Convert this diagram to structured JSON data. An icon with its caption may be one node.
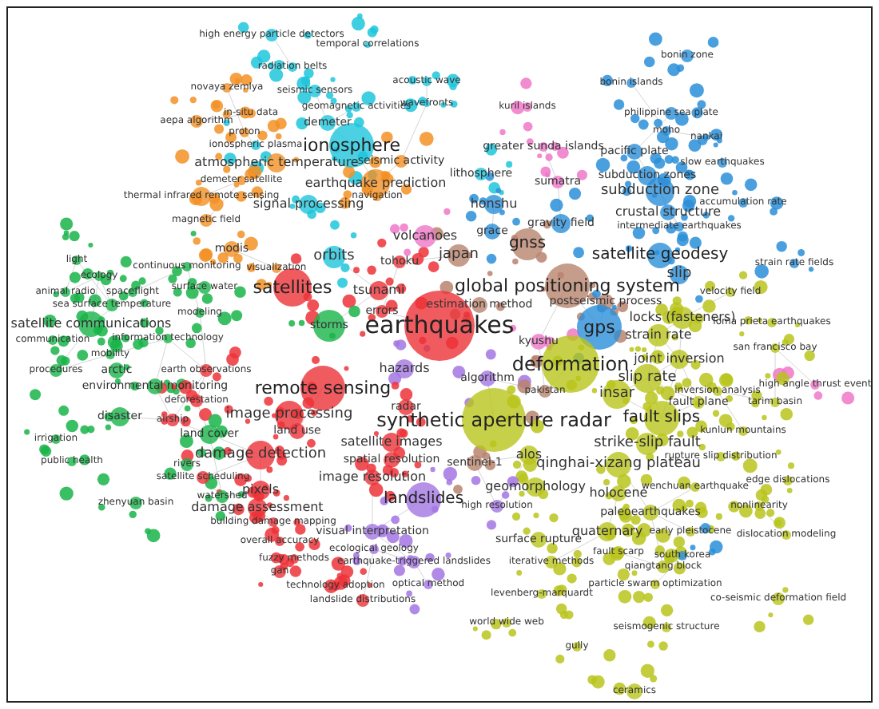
{
  "diagram": {
    "nodes": [
      {
        "text": [
          "high energy particle detectors"
        ]
      },
      {
        "text": [
          "temporal correlations"
        ]
      },
      {
        "text": [
          "bonin zone"
        ]
      },
      {
        "text": [
          "radiation belts"
        ]
      },
      {
        "text": [
          "acoustic wave"
        ]
      },
      {
        "text": [
          "bonin islands"
        ]
      },
      {
        "text": [
          "novaya zemlya"
        ]
      },
      {
        "text": [
          "seismic sensors"
        ]
      },
      {
        "text": [
          "wavefronts"
        ]
      },
      {
        "text": [
          "kuril islands"
        ]
      },
      {
        "text": [
          "geomagnetic activities"
        ]
      },
      {
        "text": [
          "in-situ data"
        ]
      },
      {
        "text": [
          "philippine sea plate"
        ]
      },
      {
        "text": [
          "aepa algorithm"
        ]
      },
      {
        "text": [
          "demeter"
        ]
      },
      {
        "text": [
          "proton"
        ]
      },
      {
        "text": [
          "moho"
        ]
      },
      {
        "text": [
          "nankai"
        ]
      },
      {
        "text": [
          "ionospheric plasma"
        ]
      },
      {
        "text": [
          "ionosphere"
        ]
      },
      {
        "text": [
          "greater sunda islands"
        ]
      },
      {
        "text": [
          "pacific plate"
        ]
      },
      {
        "text": [
          "seismic activity"
        ]
      },
      {
        "text": [
          "atmospheric temperature"
        ]
      },
      {
        "text": [
          "slow earthquakes"
        ]
      },
      {
        "text": [
          "subduction zones"
        ]
      },
      {
        "text": [
          "earthquake prediction"
        ]
      },
      {
        "text": [
          "lithosphere"
        ]
      },
      {
        "text": [
          "sumatra"
        ]
      },
      {
        "text": [
          "demeter satellite"
        ]
      },
      {
        "text": [
          "subduction zone"
        ]
      },
      {
        "text": [
          "thermal infrared remote sensing"
        ]
      },
      {
        "text": [
          "signal processing"
        ]
      },
      {
        "text": [
          "navigation"
        ]
      },
      {
        "text": [
          "honshu"
        ]
      },
      {
        "text": [
          "accumulation rate"
        ]
      },
      {
        "text": [
          "crustal structure"
        ]
      },
      {
        "text": [
          "magnetic field"
        ]
      },
      {
        "text": [
          "gravity field"
        ]
      },
      {
        "text": [
          "intermediate earthquakes"
        ]
      },
      {
        "text": [
          "volcanoes"
        ]
      },
      {
        "text": [
          "grace"
        ]
      },
      {
        "text": [
          "gnss"
        ]
      },
      {
        "text": [
          "modis"
        ]
      },
      {
        "text": [
          "orbits"
        ]
      },
      {
        "text": [
          "japan"
        ]
      },
      {
        "text": [
          "satellite geodesy"
        ]
      },
      {
        "text": [
          "light"
        ]
      },
      {
        "text": [
          "tohoku"
        ]
      },
      {
        "text": [
          "continuous monitoring"
        ]
      },
      {
        "text": [
          "visualization"
        ]
      },
      {
        "text": [
          "strain rate fields"
        ]
      },
      {
        "text": [
          "slip"
        ]
      },
      {
        "text": [
          "ecology"
        ]
      },
      {
        "text": [
          "satellites"
        ]
      },
      {
        "text": [
          "tsunami"
        ]
      },
      {
        "text": [
          "global positioning system"
        ]
      },
      {
        "text": [
          "surface water"
        ]
      },
      {
        "text": [
          "animal radio"
        ]
      },
      {
        "text": [
          "spaceflight"
        ]
      },
      {
        "text": [
          "velocity field"
        ]
      },
      {
        "text": [
          "sea surface temperature"
        ]
      },
      {
        "text": [
          "modeling"
        ]
      },
      {
        "text": [
          "errors"
        ]
      },
      {
        "text": [
          "estimation method"
        ]
      },
      {
        "text": [
          "postseismic process"
        ]
      },
      {
        "text": [
          "locks (fasteners)"
        ]
      },
      {
        "text": [
          "satellite communications"
        ]
      },
      {
        "text": [
          "storms"
        ]
      },
      {
        "text": [
          "earthquakes"
        ]
      },
      {
        "text": [
          "gps"
        ]
      },
      {
        "text": [
          "loma prieta earthquakes"
        ]
      },
      {
        "text": [
          "strain rate"
        ]
      },
      {
        "text": [
          "kyushu"
        ]
      },
      {
        "text": [
          "information technology"
        ]
      },
      {
        "text": [
          "communication"
        ]
      },
      {
        "text": [
          "mobility"
        ]
      },
      {
        "text": [
          "san francisco bay"
        ]
      },
      {
        "text": [
          "joint inversion"
        ]
      },
      {
        "text": [
          "deformation"
        ]
      },
      {
        "text": [
          "procedures"
        ]
      },
      {
        "text": [
          "arctic"
        ]
      },
      {
        "text": [
          "earth observations"
        ]
      },
      {
        "text": [
          "hazards"
        ]
      },
      {
        "text": [
          "slip rate"
        ]
      },
      {
        "text": [
          "environmental monitoring"
        ]
      },
      {
        "text": [
          "deforestation"
        ]
      },
      {
        "text": [
          "remote sensing"
        ]
      },
      {
        "text": [
          "algorithm"
        ]
      },
      {
        "text": [
          "pakistan"
        ]
      },
      {
        "text": [
          "insar"
        ]
      },
      {
        "text": [
          "high angle thrust event"
        ]
      },
      {
        "text": [
          "inversion analysis"
        ]
      },
      {
        "text": [
          "fault plane"
        ]
      },
      {
        "text": [
          "tarim basin"
        ]
      },
      {
        "text": [
          "radar"
        ]
      },
      {
        "text": [
          "image processing"
        ]
      },
      {
        "text": [
          "disaster"
        ]
      },
      {
        "text": [
          "synthetic aperture radar"
        ]
      },
      {
        "text": [
          "fault slips"
        ]
      },
      {
        "text": [
          "kunlun mountains"
        ]
      },
      {
        "text": [
          "airship"
        ]
      },
      {
        "text": [
          "land use"
        ]
      },
      {
        "text": [
          "land cover"
        ]
      },
      {
        "text": [
          "irrigation"
        ]
      },
      {
        "text": [
          "satellite images"
        ]
      },
      {
        "text": [
          "strike-slip fault"
        ]
      },
      {
        "text": [
          "damage detection"
        ]
      },
      {
        "text": [
          "alos"
        ]
      },
      {
        "text": [
          "rupture slip distribution"
        ]
      },
      {
        "text": [
          "spatial resolution"
        ]
      },
      {
        "text": [
          "sentinel-1"
        ]
      },
      {
        "text": [
          "qinghai-xizang plateau"
        ]
      },
      {
        "text": [
          "public health"
        ]
      },
      {
        "text": [
          "rivers"
        ]
      },
      {
        "text": [
          "satellite scheduling"
        ]
      },
      {
        "text": [
          "image resolution"
        ]
      },
      {
        "text": [
          "edge dislocations"
        ]
      },
      {
        "text": [
          "pixels"
        ]
      },
      {
        "text": [
          "geomorphology"
        ]
      },
      {
        "text": [
          "holocene"
        ]
      },
      {
        "text": [
          "wenchuan earthquake"
        ]
      },
      {
        "text": [
          "landslides"
        ]
      },
      {
        "text": [
          "high resolution"
        ]
      },
      {
        "text": [
          "zhenyuan basin"
        ]
      },
      {
        "text": [
          "watershed"
        ]
      },
      {
        "text": [
          "damage assessment"
        ]
      },
      {
        "text": [
          "nonlinearity"
        ]
      },
      {
        "text": [
          "paleoearthquakes"
        ]
      },
      {
        "text": [
          "building damage mapping"
        ]
      },
      {
        "text": [
          "visual interpretation"
        ]
      },
      {
        "text": [
          "surface rupture"
        ]
      },
      {
        "text": [
          "quaternary"
        ]
      },
      {
        "text": [
          "early pleistocene"
        ]
      },
      {
        "text": [
          "dislocation modeling"
        ]
      },
      {
        "text": [
          "overall accuracy"
        ]
      },
      {
        "text": [
          "ecological geology"
        ]
      },
      {
        "text": [
          "fault scarp"
        ]
      },
      {
        "text": [
          "south korea"
        ]
      },
      {
        "text": [
          "fuzzy methods"
        ]
      },
      {
        "text": [
          "earthquake-triggered landslides"
        ]
      },
      {
        "text": [
          "iterative methods"
        ]
      },
      {
        "text": [
          "qiangtang block"
        ]
      },
      {
        "text": [
          "gan"
        ]
      },
      {
        "text": [
          "technology adoption"
        ]
      },
      {
        "text": [
          "optical method"
        ]
      },
      {
        "text": [
          "levenberg-marquardt"
        ]
      },
      {
        "text": [
          "particle swarm optimization"
        ]
      },
      {
        "text": [
          "co-seismic deformation field"
        ]
      },
      {
        "text": [
          "landslide distributions"
        ]
      },
      {
        "text": [
          "world wide web"
        ]
      },
      {
        "text": [
          "seismogenic structure"
        ]
      },
      {
        "text": [
          "gully"
        ]
      },
      {
        "text": [
          "ceramics"
        ]
      }
    ]
  }
}
